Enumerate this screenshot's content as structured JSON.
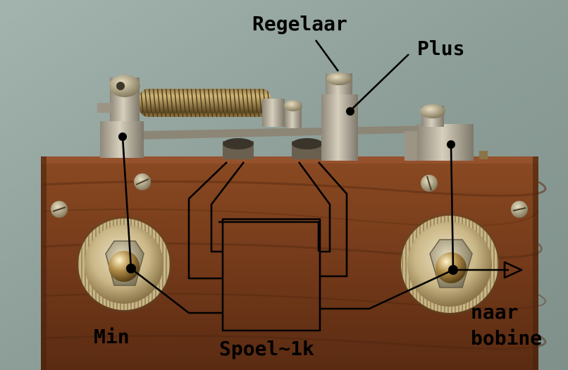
{
  "photo": {
    "subject": "interrupter-regulator-on-wooden-box",
    "colors": {
      "wall": "#8fa09a",
      "wall_light": "#a9b8b2",
      "wood": "#7a3f1c",
      "wood_dark": "#4e2510",
      "wood_light": "#9a5530",
      "brass": "#b89a5e",
      "brass_light": "#e4d2a0",
      "brass_dark": "#7c6432",
      "metal": "#c9c2b0",
      "metal_dark": "#8a8474",
      "spring": "#a88848",
      "annotation": "#000000"
    }
  },
  "labels": {
    "regelaar": "Regelaar",
    "plus": "Plus",
    "min": "Min",
    "spoel": "Spoel~1k",
    "naar": "naar",
    "bobine": "bobine"
  },
  "icons": {
    "output_arrow": "arrow-right-icon"
  }
}
